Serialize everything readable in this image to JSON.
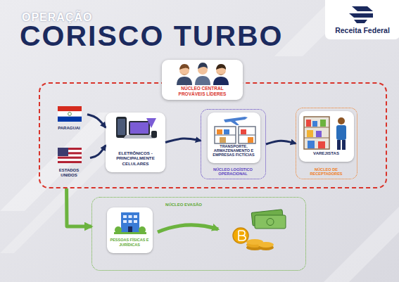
{
  "diagram": {
    "title": "CORISCO TURBO",
    "nodes": [
      {
        "text": [
          "NÚCLEO CENTRAL PROVÁVEIS LÍDERES"
        ]
      },
      {
        "text": [
          "PARAGUAI"
        ],
        "in": 0
      },
      {
        "text": [
          "ESTADOS UNIDOS"
        ],
        "in": 0
      },
      {
        "text": [
          "ELETRÔNICOS - PRINCIPALMENTE CELULARES"
        ],
        "in": 0
      },
      {
        "text": [
          "NÚCLEO LOGÍSTICO OPERACIONAL"
        ],
        "in": 0
      },
      {
        "text": [
          "TRANSPORTE, ARMAZENAMENTO E EMPRESAS FICTÍCIAS"
        ],
        "in": 4
      },
      {
        "text": [
          "NÚCLEO DE RECEPTADORES"
        ],
        "in": 0
      },
      {
        "text": [
          "VAREJISTAS"
        ],
        "in": 6
      },
      {
        "text": [
          "NÚCLEO EVASÃO"
        ]
      },
      {
        "text": [
          "PESSOAS FÍSICAS E JURÍDICAS"
        ],
        "in": 8
      }
    ],
    "edges": [
      {
        "from": 1,
        "to": 3,
        "arrow": "to"
      },
      {
        "from": 2,
        "to": 3,
        "arrow": "to"
      },
      {
        "from": 3,
        "to": 4,
        "arrow": "to"
      },
      {
        "from": 4,
        "to": 6,
        "arrow": "to"
      },
      {
        "from": 0,
        "to": 8,
        "arrow": "to"
      }
    ],
    "labels": [
      "OPERAÇÃO",
      "Receita Federal"
    ]
  }
}
